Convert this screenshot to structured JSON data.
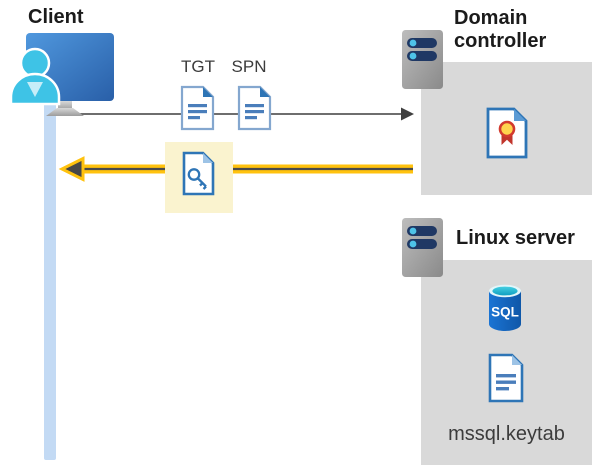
{
  "client": {
    "label": "Client"
  },
  "domain_controller": {
    "line1": "Domain",
    "line2": "controller"
  },
  "linux_server": {
    "label": "Linux server"
  },
  "flow": {
    "tgt_label": "TGT",
    "spn_label": "SPN"
  },
  "files": {
    "keytab_label": "mssql.keytab"
  },
  "sql_icon_text": "SQL",
  "icons": {
    "client": "client-workstation-icon",
    "domain_controller": "server-icon",
    "linux_server": "server-icon",
    "tgt": "document-icon",
    "spn": "document-icon",
    "service_ticket": "key-document-icon",
    "certificate": "certificate-icon",
    "database": "sql-database-icon",
    "keytab": "document-icon"
  },
  "colors": {
    "arrow_gray": "#595959",
    "arrow_yellow": "#ffc20e",
    "highlight_yellow": "#faf3cf",
    "box_gray": "#d9d9d9",
    "doc_blue": "#2e75b6",
    "server_navy": "#1f3864",
    "accent_cyan": "#45c2e9",
    "lifeline_blue": "#c3daf4"
  }
}
